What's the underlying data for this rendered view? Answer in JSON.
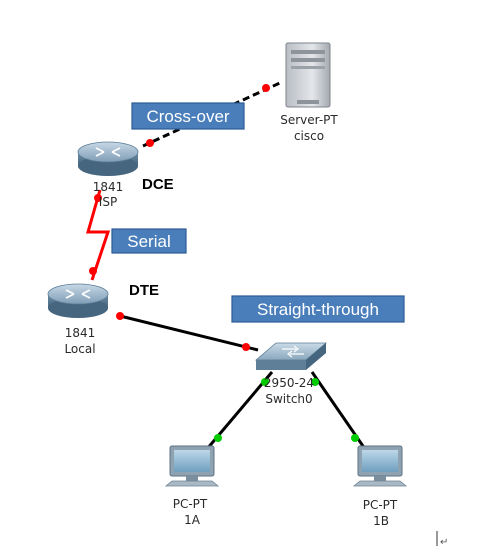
{
  "devices": {
    "server": {
      "model": "Server-PT",
      "name": "cisco"
    },
    "isp_router": {
      "model": "1841",
      "name": "ISP"
    },
    "local_router": {
      "model": "1841",
      "name": "Local"
    },
    "switch": {
      "model": "2950-24",
      "name": "Switch0"
    },
    "pc_a": {
      "model": "PC-PT",
      "name": "1A"
    },
    "pc_b": {
      "model": "PC-PT",
      "name": "1B"
    }
  },
  "link_labels": {
    "crossover": "Cross-over",
    "serial": "Serial",
    "straight": "Straight-through"
  },
  "side_labels": {
    "dce": "DCE",
    "dte": "DTE"
  },
  "colors": {
    "label_fill": "#4a7ebb",
    "link_down": "#ff0000",
    "link_up": "#00cc00",
    "serial_cable": "#ff0000",
    "ethernet_cable": "#000000"
  },
  "cursor_glyph": "↵"
}
